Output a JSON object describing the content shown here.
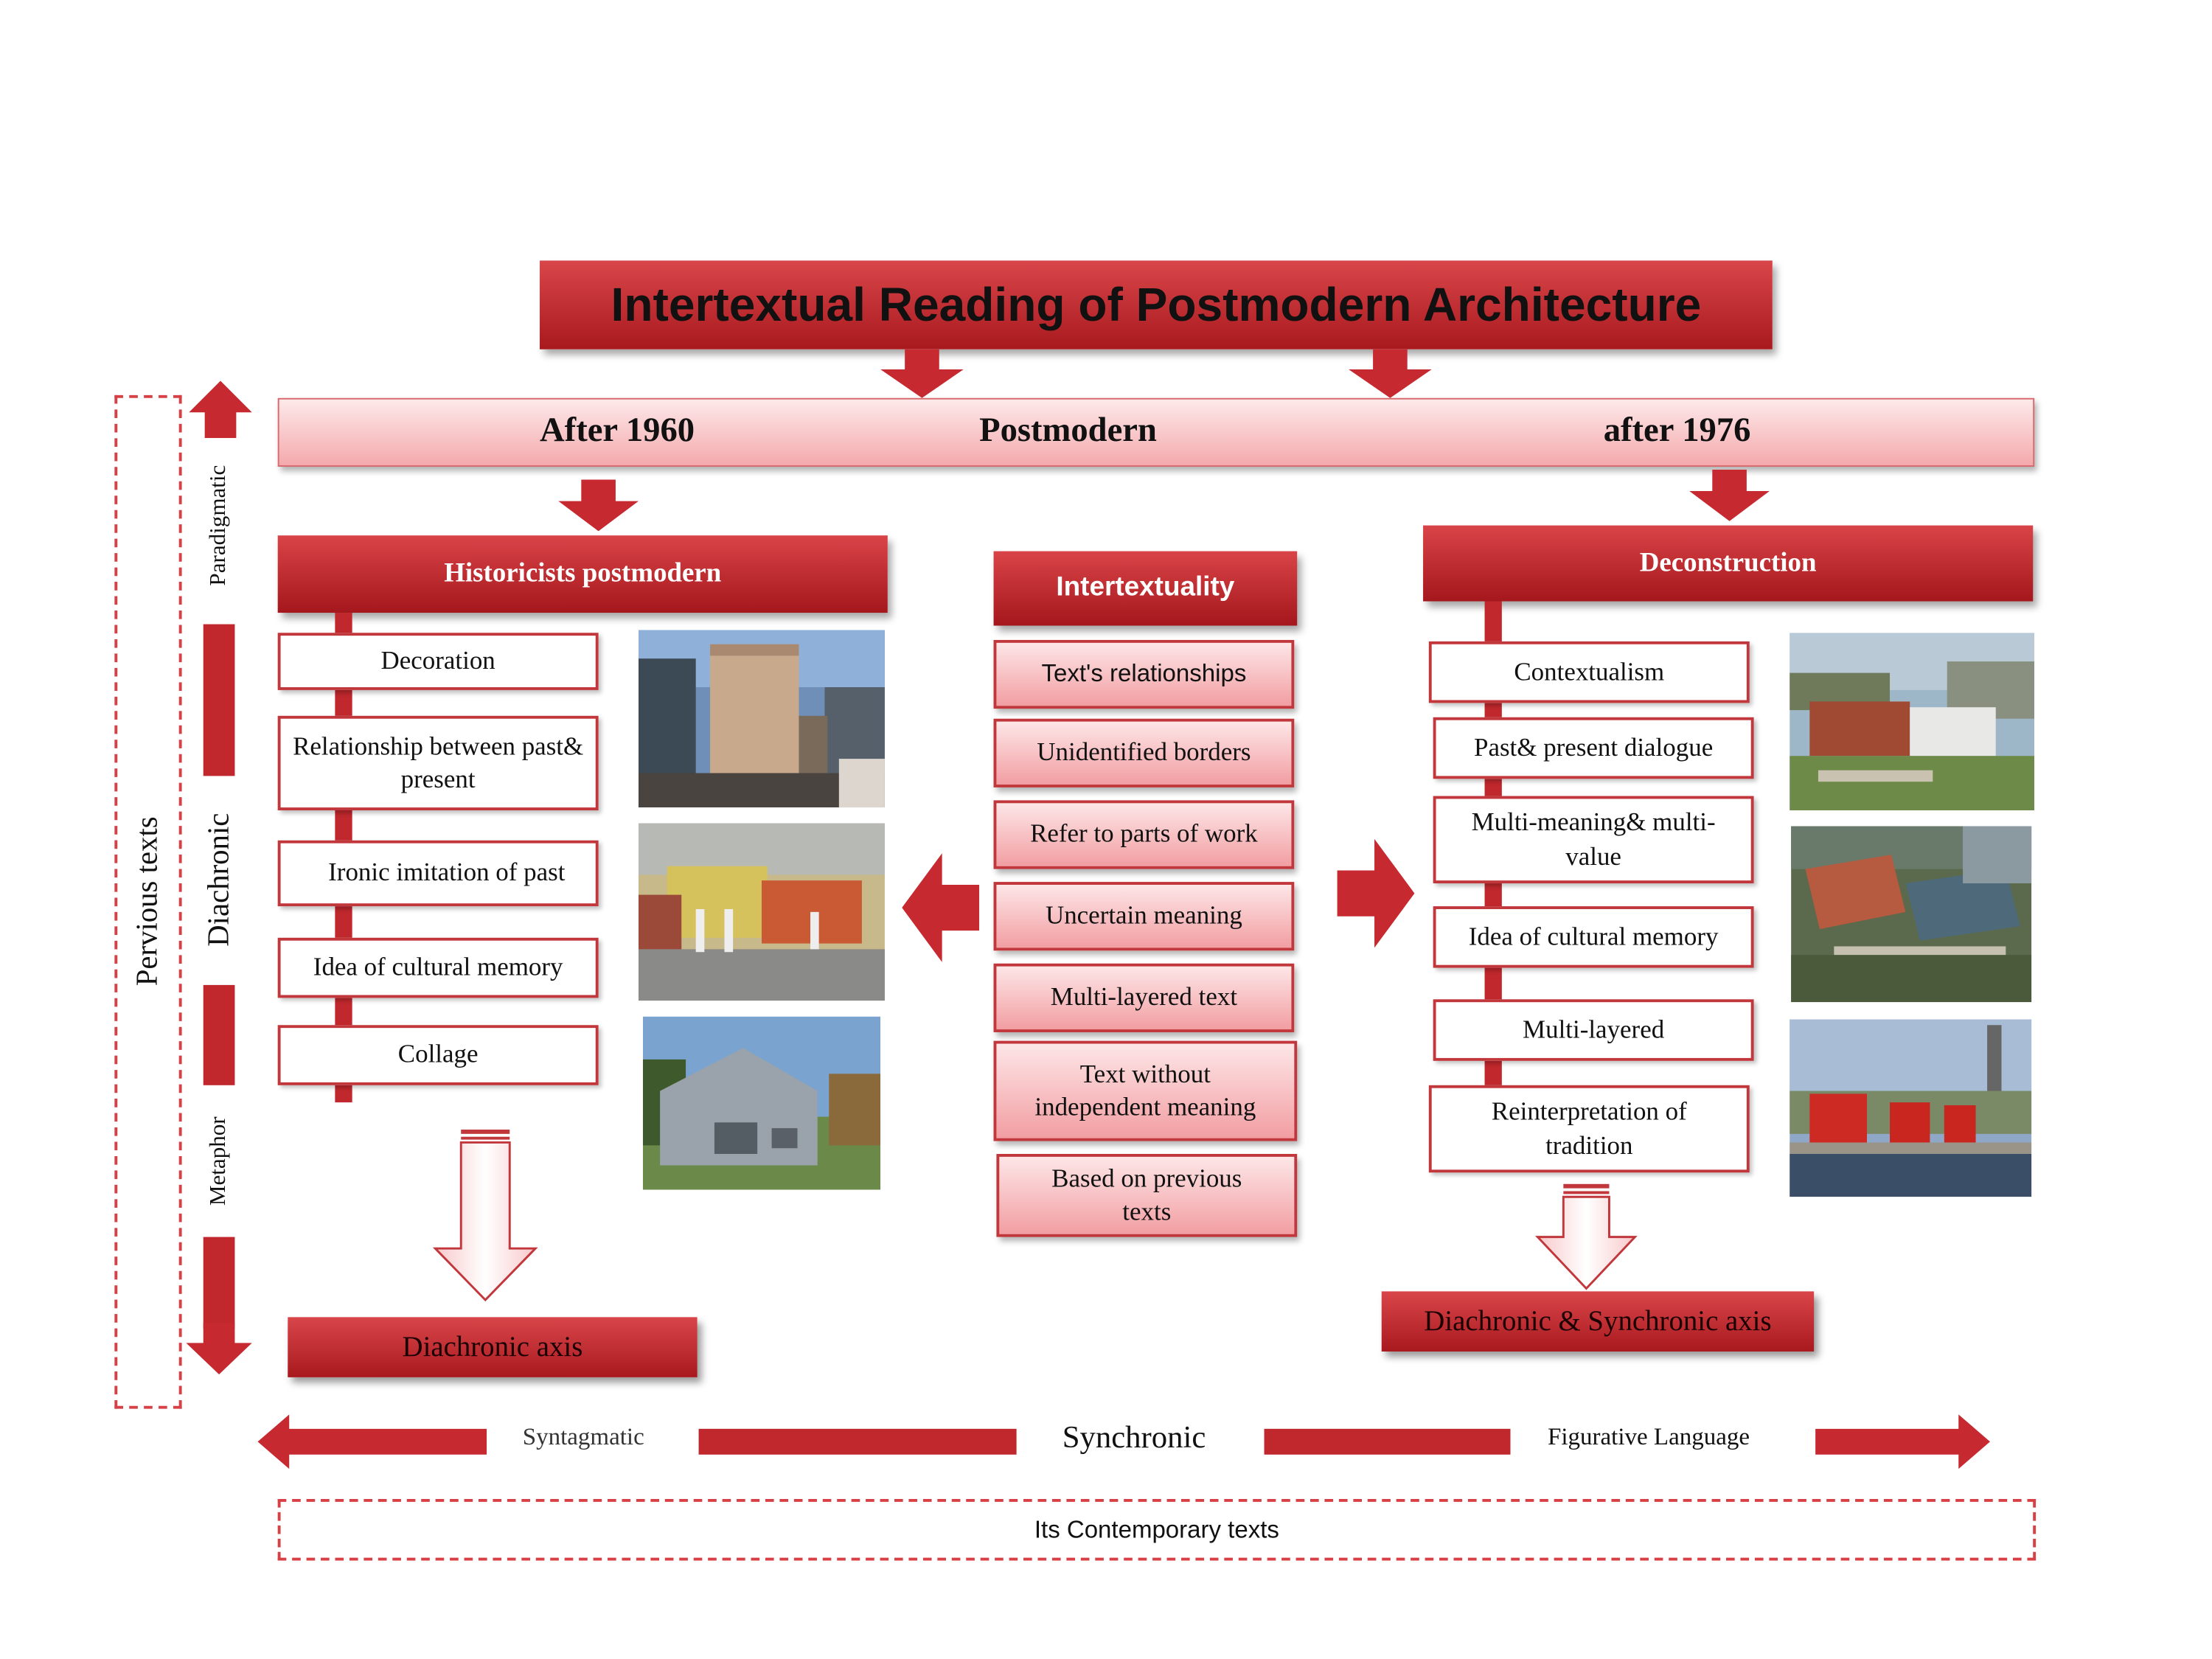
{
  "title": "Intertextual Reading of Postmodern Architecture",
  "periods": {
    "left": "After 1960",
    "center": "Postmodern",
    "right": "after 1976"
  },
  "left_column": {
    "header": "Historicists postmodern",
    "items": [
      "Decoration",
      "Relationship between past& present",
      "Ironic imitation of past",
      "Idea of cultural memory",
      "Collage"
    ],
    "axis": "Diachronic axis"
  },
  "center_column": {
    "header": "Intertextuality",
    "items": [
      "Text's relationships",
      "Unidentified borders",
      "Refer to parts of work",
      "Uncertain meaning",
      "Multi-layered text",
      "Text without independent meaning",
      "Based on previous texts"
    ]
  },
  "right_column": {
    "header": "Deconstruction",
    "items": [
      "Contextualism",
      "Past& present dialogue",
      "Multi-meaning& multi-value",
      "Idea of cultural memory",
      "Multi-layered",
      "Reinterpretation of tradition"
    ],
    "axis": "Diachronic & Synchronic axis"
  },
  "vertical_axis": {
    "outer_label": "Pervious texts",
    "labels": [
      "Paradigmatic",
      "Diachronic",
      "Metaphor"
    ]
  },
  "horizontal_axis": {
    "labels": [
      "Syntagmatic",
      "Synchronic",
      "Figurative Language"
    ],
    "bottom_label": "Its Contemporary texts"
  },
  "colors": {
    "primary_red": "#b5222a",
    "light_pink": "#f7c3c5",
    "outline_red": "#c1373b"
  },
  "photos": [
    "skyscraper-photo",
    "piazza-photo",
    "house-photo",
    "campus-photo",
    "aerial-photo",
    "red-folly-photo"
  ]
}
